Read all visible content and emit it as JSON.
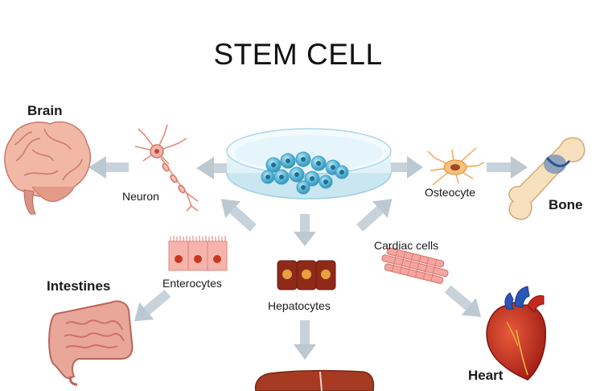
{
  "title": "STEM CELL",
  "organs": {
    "brain": "Brain",
    "bone": "Bone",
    "intestines": "Intestines",
    "heart": "Heart"
  },
  "cells": {
    "neuron": "Neuron",
    "osteocyte": "Osteocyte",
    "enterocytes": "Enterocytes",
    "hepatocytes": "Hepatocytes",
    "cardiac": "Cardiac cells"
  },
  "colors": {
    "arrow": "#b8c6d0",
    "dish": "#d8eef6",
    "stem_cell": "#5ab6d6",
    "tissue_pink": "#f2a7a0",
    "liver": "#a63a22",
    "heart": "#c8281c",
    "bone": "#f5dcb8"
  },
  "icons": [
    "petri-dish-icon",
    "brain-icon",
    "neuron-icon",
    "osteocyte-icon",
    "bone-icon",
    "enterocytes-icon",
    "hepatocytes-icon",
    "cardiac-cells-icon",
    "intestines-icon",
    "heart-icon",
    "liver-icon"
  ]
}
